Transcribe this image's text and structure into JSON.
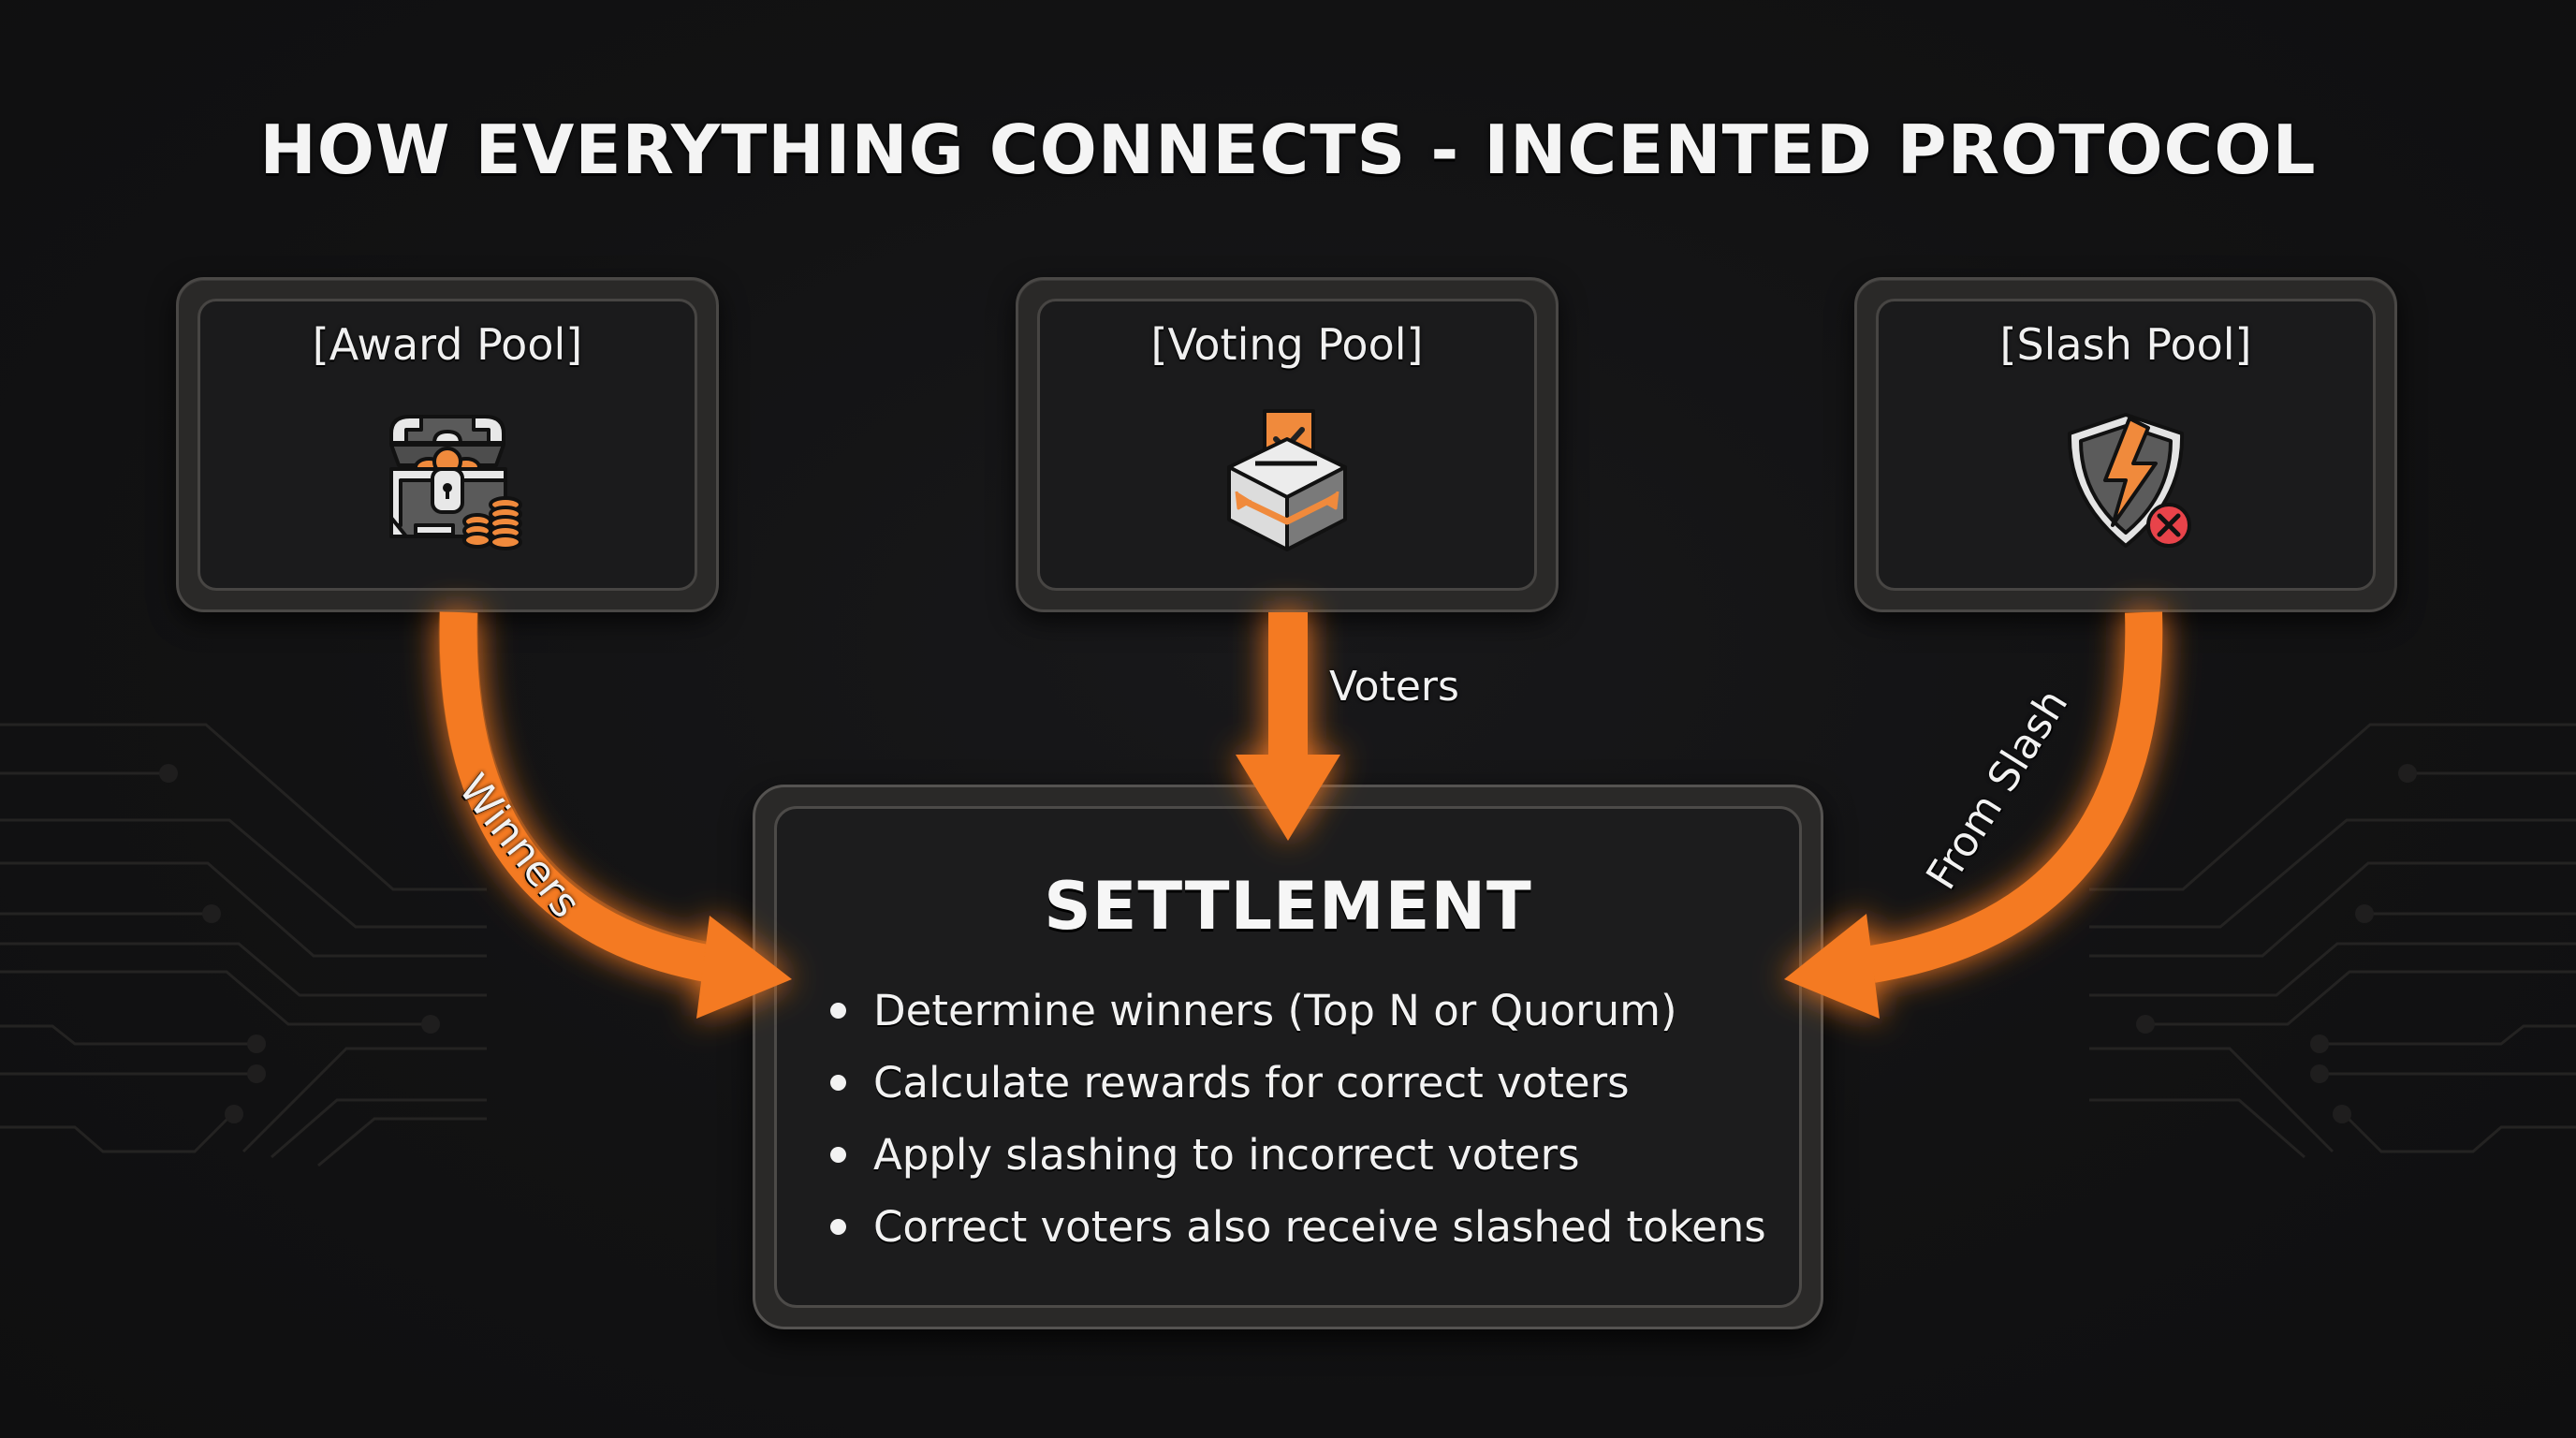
{
  "title": "HOW EVERYTHING CONNECTS - INCENTED PROTOCOL",
  "colors": {
    "accent": "#f47a20",
    "background": "#121213",
    "card": "#1c1c1d",
    "text": "#f2f2f2",
    "danger": "#e8434a"
  },
  "pools": [
    {
      "label": "[Award Pool]",
      "icon": "treasure-chest-coins-icon"
    },
    {
      "label": "[Voting Pool]",
      "icon": "ballot-box-icon"
    },
    {
      "label": "[Slash Pool]",
      "icon": "shield-lightning-x-icon"
    }
  ],
  "flows": [
    {
      "from": "Award Pool",
      "to": "Settlement",
      "label": "Winners"
    },
    {
      "from": "Voting Pool",
      "to": "Settlement",
      "label": "Voters"
    },
    {
      "from": "Slash Pool",
      "to": "Settlement",
      "label": "From Slash"
    }
  ],
  "settlement": {
    "title": "SETTLEMENT",
    "items": [
      "Determine winners (Top N or Quorum)",
      "Calculate rewards for correct voters",
      "Apply slashing to incorrect voters",
      "Correct voters also receive slashed tokens"
    ]
  }
}
